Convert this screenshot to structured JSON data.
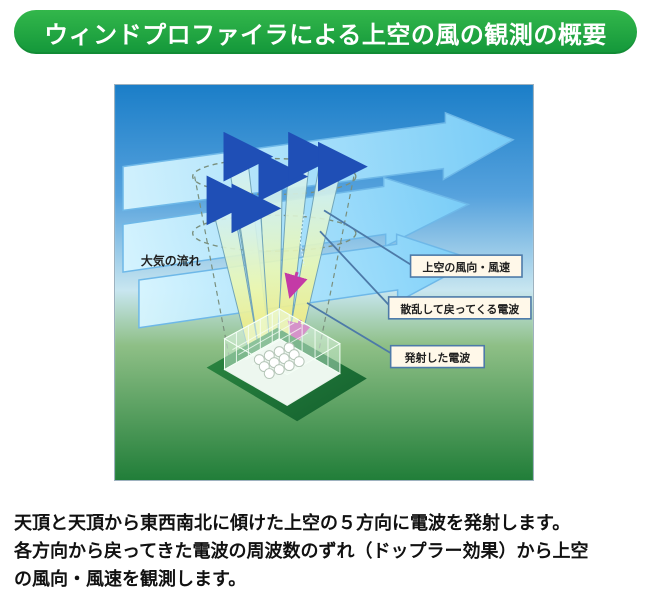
{
  "header": {
    "title": "ウィンドプロファイラによる上空の風の観測の概要"
  },
  "diagram": {
    "labels": {
      "airflow": "大気の流れ",
      "wind_direction_speed": "上空の風向・風速",
      "scattered_return_wave": "散乱して戻ってくる電波",
      "emitted_wave": "発射した電波"
    }
  },
  "caption": {
    "line1": "天頂と天頂から東西南北に傾けた上空の５方向に電波を発射します。",
    "line2": "各方向から戻ってきた電波の周波数のずれ（ドップラー効果）から上空",
    "line3": "の風向・風速を観測します。"
  },
  "colors": {
    "title_bar": "#13973a",
    "sky_top": "#1b7ec8",
    "ground_green": "#1f7b38",
    "flow_band": "#8fd7ff",
    "beam_yellow": "#f6e96d",
    "arrow_blue": "#1f4fb6",
    "label_border": "#4d7aa8"
  }
}
